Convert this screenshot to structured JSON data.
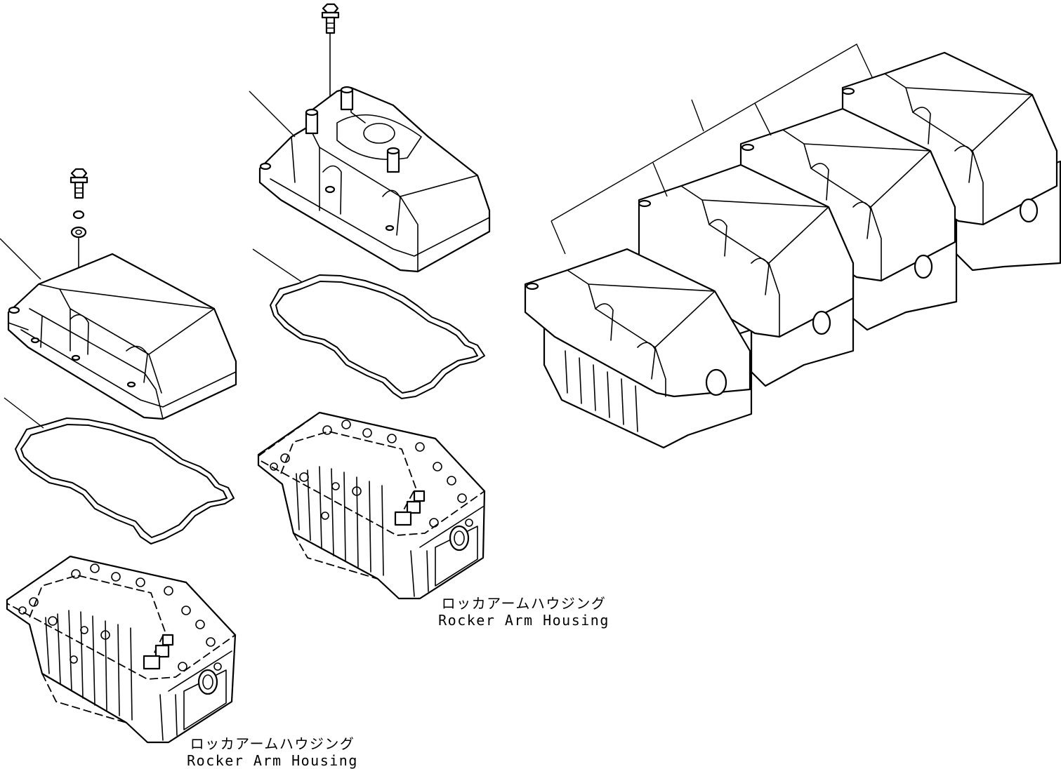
{
  "captions": {
    "left": {
      "jp": "ロッカアームハウジング",
      "en": "Rocker Arm Housing"
    },
    "middle": {
      "jp": "ロッカアームハウジング",
      "en": "Rocker Arm Housing"
    }
  },
  "parts": [
    "head-cover-left",
    "gasket-left",
    "rocker-arm-housing-left",
    "head-cover-middle",
    "gasket-middle",
    "rocker-arm-housing-middle",
    "engine-head-assembly"
  ],
  "colors": {
    "line": "#000000",
    "background": "#ffffff"
  }
}
